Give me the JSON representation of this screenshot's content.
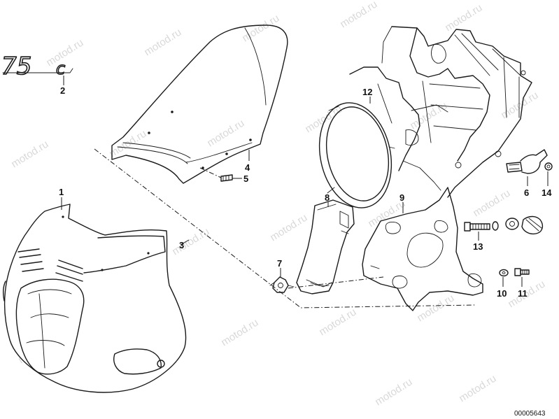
{
  "watermark": "motod.ru",
  "diagram_code": "00005643",
  "model_emblem": {
    "main": "75",
    "suffix": "c"
  },
  "part_numbers": [
    "1",
    "2",
    "3",
    "4",
    "5",
    "6",
    "7",
    "8",
    "9",
    "10",
    "11",
    "12",
    "13",
    "14"
  ]
}
